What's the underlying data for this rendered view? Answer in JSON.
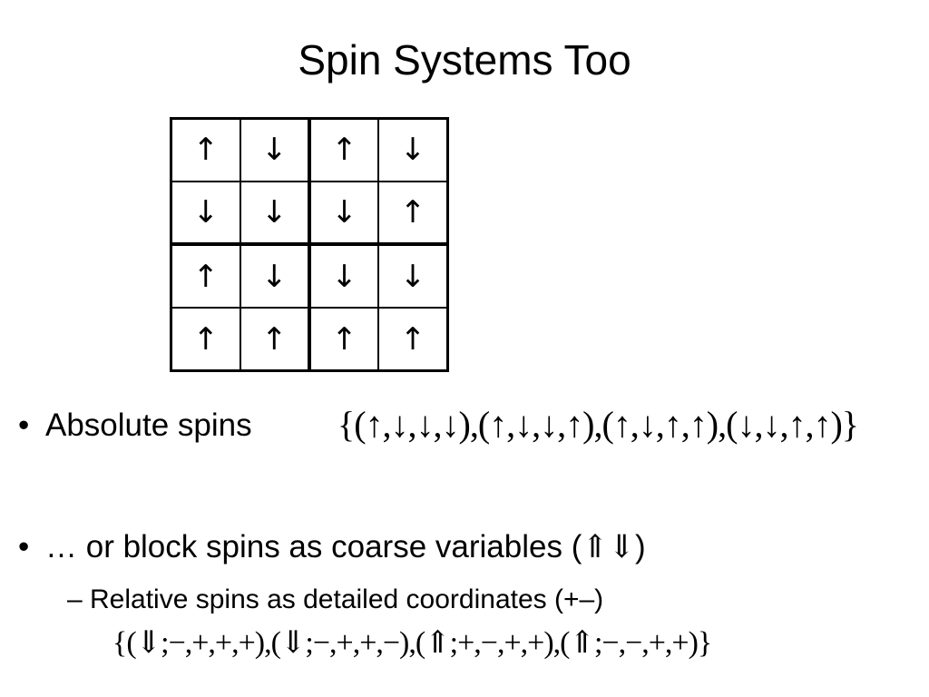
{
  "slide": {
    "title": "Spin Systems Too"
  },
  "grid": {
    "rows": [
      [
        "↑",
        "↓",
        "↑",
        "↓"
      ],
      [
        "↓",
        "↓",
        "↓",
        "↑"
      ],
      [
        "↑",
        "↓",
        "↓",
        "↓"
      ],
      [
        "↑",
        "↑",
        "↑",
        "↑"
      ]
    ]
  },
  "bullets": {
    "b1": {
      "marker": "•",
      "text": "Absolute spins",
      "formula": "{(↑,↓,↓,↓),(↑,↓,↓,↑),(↑,↓,↑,↑),(↓,↓,↑,↑)}"
    },
    "b2": {
      "marker": "•",
      "text": "… or block spins as coarse variables (",
      "symbols": "⇑⇓",
      "close": ")"
    },
    "sub": {
      "text": "– Relative spins as detailed coordinates (+–)",
      "formula": "{(⇓;−,+,+,+),(⇓;−,+,+,−),(⇑;+,−,+,+),(⇑;−,−,+,+)}"
    }
  }
}
